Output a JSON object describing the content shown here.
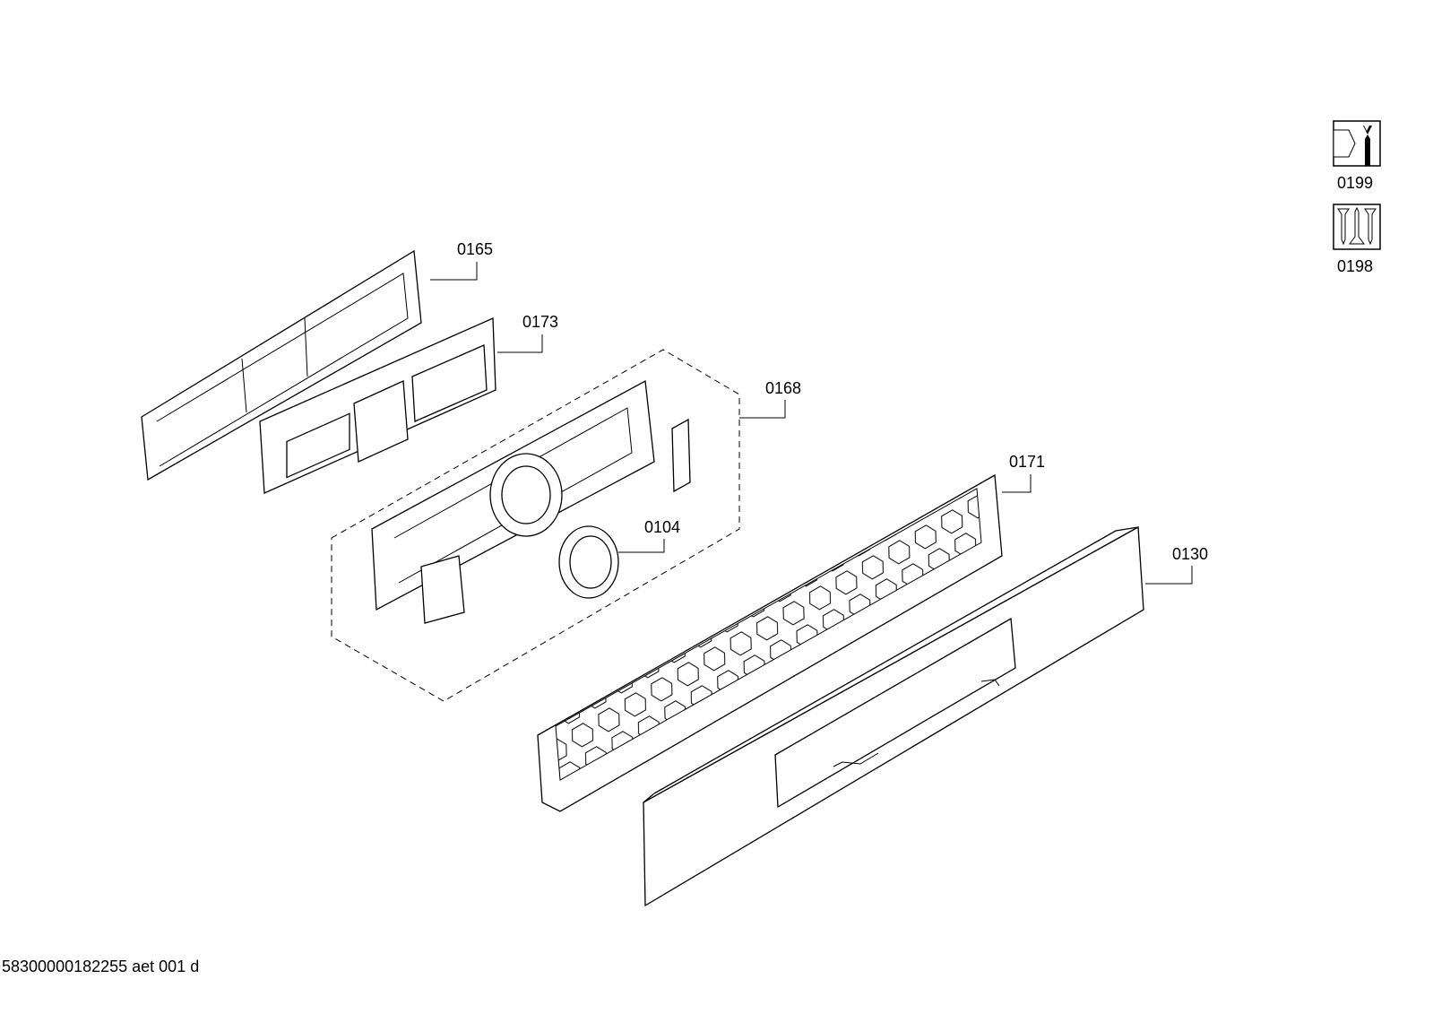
{
  "diagram": {
    "parts": [
      {
        "id": "0165",
        "label": "0165"
      },
      {
        "id": "0173",
        "label": "0173"
      },
      {
        "id": "0168",
        "label": "0168"
      },
      {
        "id": "0104",
        "label": "0104"
      },
      {
        "id": "0171",
        "label": "0171"
      },
      {
        "id": "0130",
        "label": "0130"
      }
    ],
    "service_icons": [
      {
        "icon": "wrench-nut-icon",
        "label": "0199"
      },
      {
        "icon": "screws-icon",
        "label": "0198"
      }
    ]
  },
  "footer": {
    "document_code": "58300000182255 aet 001 d"
  }
}
